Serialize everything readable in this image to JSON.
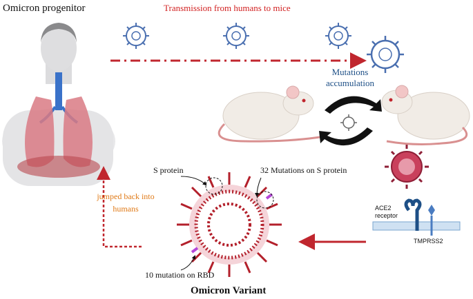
{
  "labels": {
    "title": "Omicron progenitor",
    "transmission": "Transmission from humans to mice",
    "mutations_accumulation": "Mutations accumulation",
    "s_protein": "S protein",
    "mutations_32": "32 Mutations on S protein",
    "jumped_back": "jumped back into humans",
    "mutation_rbd": "10 mutation on RBD",
    "variant": "Omicron Variant",
    "ace2": "ACE2 receptor",
    "tmprss2": "TMPRSS2"
  },
  "colors": {
    "transmission_text": "#d11f1f",
    "mutations_text": "#1d4f86",
    "jumped_text": "#e07a17",
    "virus_blue": "#4a6fb0",
    "omicron_red": "#b3202b",
    "arrow_red": "#c0262e"
  }
}
